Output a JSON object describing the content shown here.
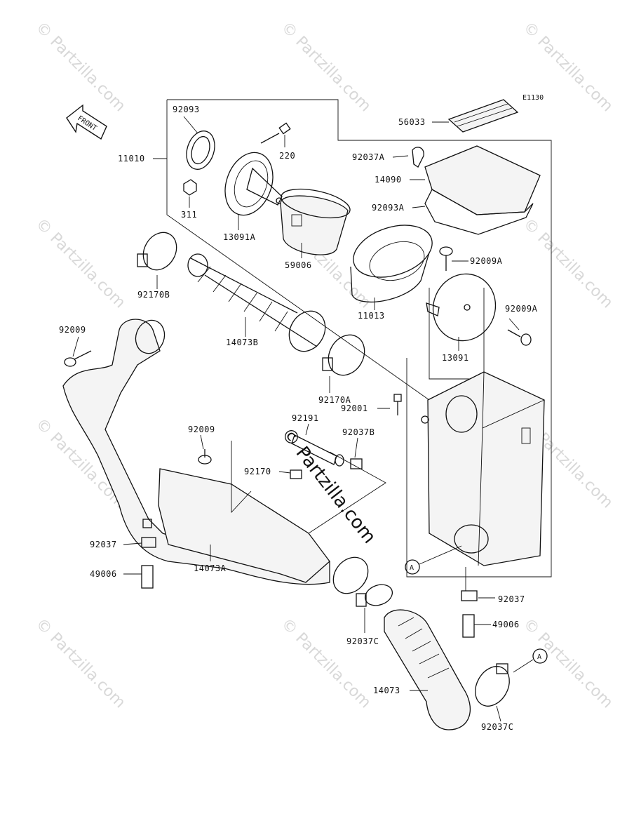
{
  "diagram": {
    "code": "E1130",
    "front_label": "FRONT",
    "callout_letter": "A",
    "watermark": "© Partzilla.com",
    "center_watermark": "© Partzilla.com"
  },
  "labels": [
    {
      "id": "92093",
      "text": "92093"
    },
    {
      "id": "11010",
      "text": "11010"
    },
    {
      "id": "220",
      "text": "220"
    },
    {
      "id": "311",
      "text": "311"
    },
    {
      "id": "13091A",
      "text": "13091A"
    },
    {
      "id": "59006",
      "text": "59006"
    },
    {
      "id": "11013",
      "text": "11013"
    },
    {
      "id": "92170B",
      "text": "92170B"
    },
    {
      "id": "14073B",
      "text": "14073B"
    },
    {
      "id": "56033",
      "text": "56033"
    },
    {
      "id": "92037A",
      "text": "92037A"
    },
    {
      "id": "14090",
      "text": "14090"
    },
    {
      "id": "92093A",
      "text": "92093A"
    },
    {
      "id": "92009A_top",
      "text": "92009A"
    },
    {
      "id": "92009A_bot",
      "text": "92009A"
    },
    {
      "id": "13091",
      "text": "13091"
    },
    {
      "id": "92009_left",
      "text": "92009"
    },
    {
      "id": "92170A",
      "text": "92170A"
    },
    {
      "id": "92001",
      "text": "92001"
    },
    {
      "id": "92191",
      "text": "92191"
    },
    {
      "id": "92037B",
      "text": "92037B"
    },
    {
      "id": "92009_mid",
      "text": "92009"
    },
    {
      "id": "92170",
      "text": "92170"
    },
    {
      "id": "92037_left",
      "text": "92037"
    },
    {
      "id": "49006_left",
      "text": "49006"
    },
    {
      "id": "14073A",
      "text": "14073A"
    },
    {
      "id": "92037_right",
      "text": "92037"
    },
    {
      "id": "49006_right",
      "text": "49006"
    },
    {
      "id": "92037C_mid",
      "text": "92037C"
    },
    {
      "id": "14073",
      "text": "14073"
    },
    {
      "id": "92037C_bot",
      "text": "92037C"
    }
  ]
}
